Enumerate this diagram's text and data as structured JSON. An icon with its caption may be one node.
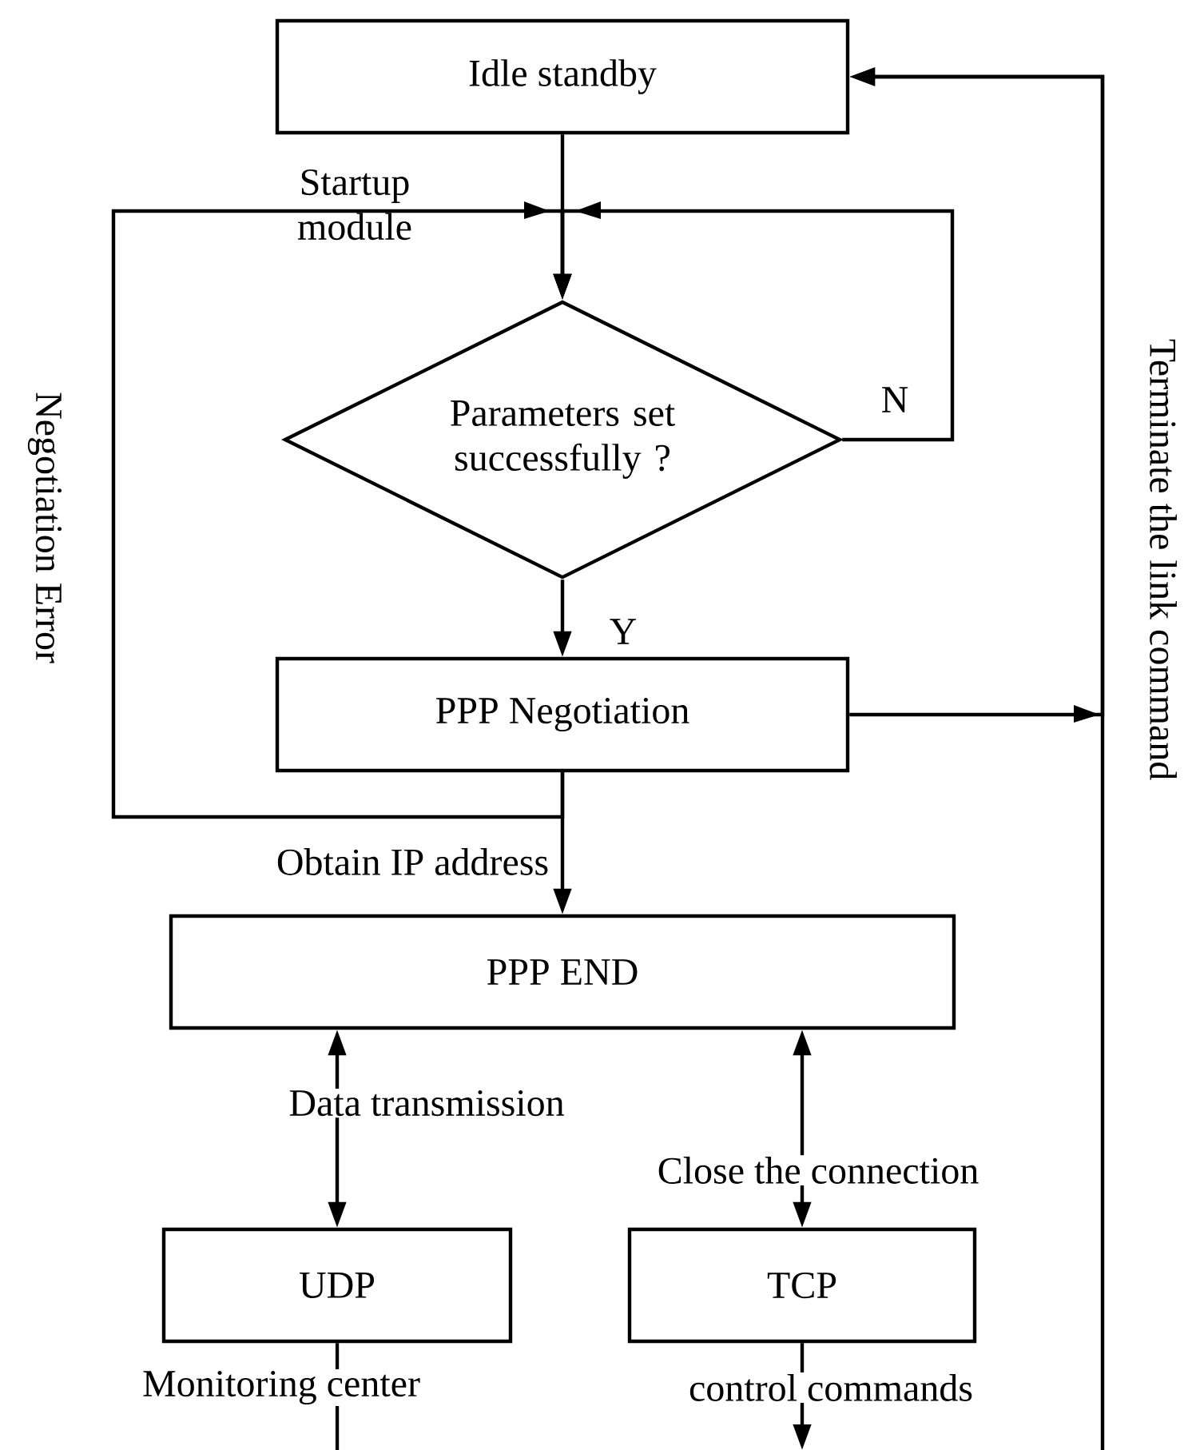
{
  "diagram": {
    "nodes": [
      {
        "text": [
          "Idle standby"
        ]
      },
      {
        "text": [
          "Parameters set successfully ?"
        ]
      },
      {
        "text": [
          "PPP Negotiation"
        ]
      },
      {
        "text": [
          "PPP END"
        ]
      },
      {
        "text": [
          "UDP"
        ]
      },
      {
        "text": [
          "TCP"
        ]
      }
    ],
    "edges": [
      {
        "from": 0,
        "to": 1,
        "arrow": "to"
      },
      {
        "from": 2,
        "to": 1,
        "arrow": "to",
        "label": "Negotiation Error"
      },
      {
        "from": 1,
        "to": 1,
        "arrow": "to",
        "label": "N"
      },
      {
        "from": 1,
        "to": 2,
        "arrow": "to",
        "label": "Y"
      },
      {
        "from": 2,
        "to": 3,
        "arrow": "to",
        "label": "Obtain IP address"
      },
      {
        "from": 2,
        "to": 0,
        "arrow": "to"
      },
      {
        "from": null,
        "to": 0,
        "arrow": "to",
        "label": "Terminate the link command"
      },
      {
        "from": 3,
        "to": 4,
        "arrow": "both",
        "label": "Data transmission"
      },
      {
        "from": 3,
        "to": 5,
        "arrow": "both",
        "label": "Close the connection"
      },
      {
        "from": 4,
        "to": null,
        "arrow": "none",
        "label": "Monitoring center"
      },
      {
        "from": 5,
        "to": null,
        "arrow": "to",
        "label": "control commands"
      }
    ],
    "labels": [
      "Startup module"
    ]
  }
}
